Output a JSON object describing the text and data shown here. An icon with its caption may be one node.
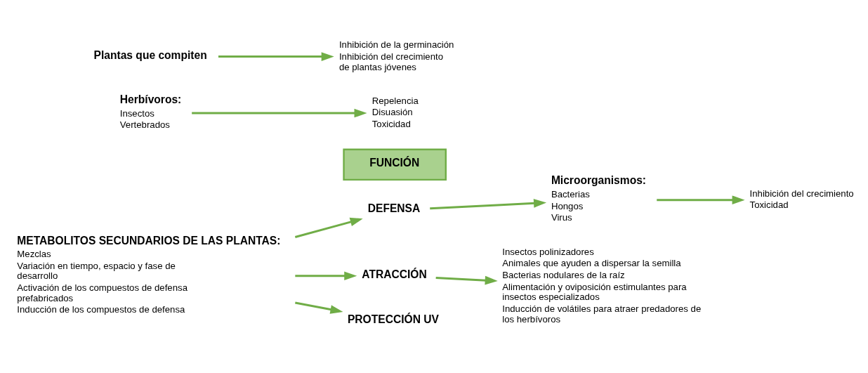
{
  "diagram": {
    "nodes": [
      {
        "text": [
          "FUNCIÓN"
        ]
      },
      {
        "text": [
          "METABOLITOS SECUNDARIOS DE LAS PLANTAS:",
          "Mezclas",
          "Variación en tiempo, espacio y fase de desarrollo",
          "Activación de los compuestos de defensa prefabricados",
          "Inducción de los compuestos de defensa"
        ]
      },
      {
        "text": [
          "DEFENSA"
        ]
      },
      {
        "text": [
          "ATRACCIÓN"
        ]
      },
      {
        "text": [
          "PROTECCIÓN UV"
        ]
      },
      {
        "text": [
          "Herbívoros:",
          "Insectos",
          "Vertebrados"
        ]
      },
      {
        "text": [
          "Repelencia",
          "Disuasión",
          "Toxicidad"
        ]
      },
      {
        "text": [
          "Microorganismos:",
          "Bacterias",
          "Hongos",
          "Virus"
        ]
      },
      {
        "text": [
          "Inhibición del crecimiento",
          "Toxicidad"
        ]
      },
      {
        "text": [
          "Plantas que compiten"
        ]
      },
      {
        "text": [
          "Inhibición de la germinación",
          "Inhibición del crecimiento de plantas jóvenes"
        ]
      },
      {
        "text": [
          "Insectos polinizadores",
          "Animales que ayuden a dispersar la semilla",
          "Bacterias nodulares de la raíz",
          "Alimentación y oviposición estimulantes para insectos especializados",
          "Inducción de volátiles para atraer predadores de los herbívoros"
        ]
      }
    ],
    "edges": [
      {
        "from": 1,
        "to": 2,
        "arrow": "to"
      },
      {
        "from": 1,
        "to": 3,
        "arrow": "to"
      },
      {
        "from": 1,
        "to": 4,
        "arrow": "to"
      },
      {
        "from": 2,
        "to": 7,
        "arrow": "to"
      },
      {
        "from": 5,
        "to": 6,
        "arrow": "to"
      },
      {
        "from": 7,
        "to": 8,
        "arrow": "to"
      },
      {
        "from": 9,
        "to": 10,
        "arrow": "to"
      },
      {
        "from": 3,
        "to": 11,
        "arrow": "to"
      }
    ]
  }
}
